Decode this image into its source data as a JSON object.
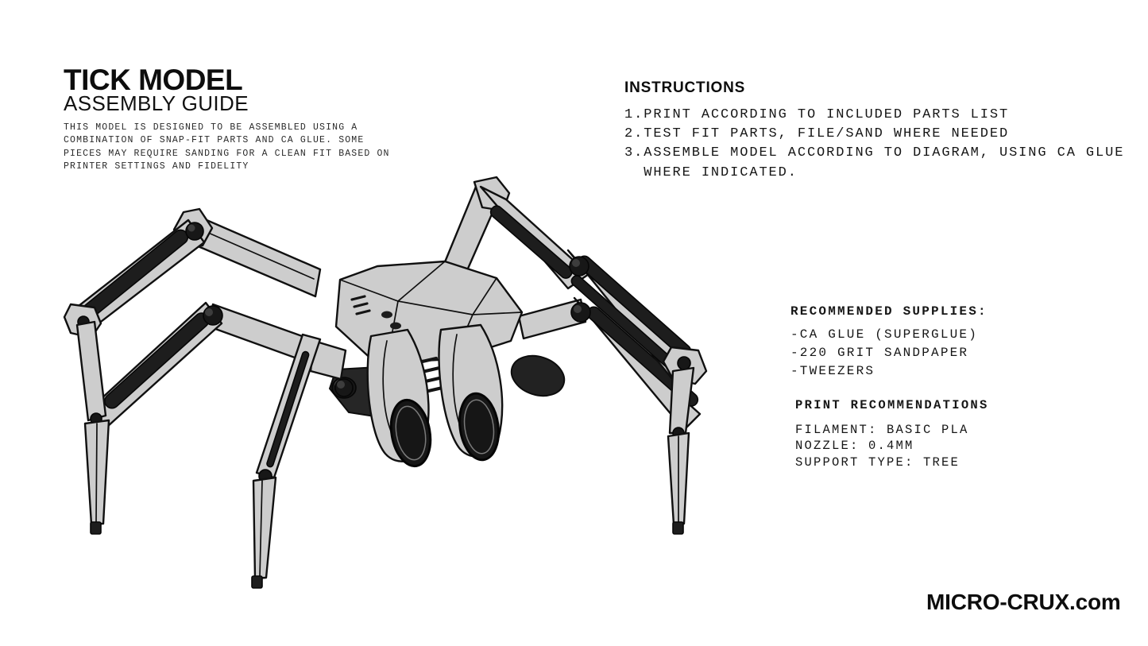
{
  "document": {
    "title": "TICK MODEL",
    "subtitle": "ASSEMBLY GUIDE",
    "description": "THIS MODEL IS DESIGNED TO BE ASSEMBLED USING A COMBINATION OF SNAP-FIT PARTS AND CA GLUE. SOME PIECES MAY REQUIRE SANDING FOR A CLEAN FIT BASED ON PRINTER SETTINGS AND FIDELITY"
  },
  "instructions": {
    "heading": "INSTRUCTIONS",
    "items": [
      {
        "num": "1.",
        "text": "PRINT ACCORDING TO INCLUDED PARTS LIST"
      },
      {
        "num": "2.",
        "text": "TEST FIT PARTS, FILE/SAND WHERE NEEDED"
      },
      {
        "num": "3.",
        "text": "ASSEMBLE MODEL ACCORDING TO DIAGRAM, USING CA GLUE WHERE INDICATED."
      }
    ]
  },
  "supplies": {
    "heading": "RECOMMENDED SUPPLIES:",
    "items": [
      "-CA GLUE (SUPERGLUE)",
      "-220 GRIT SANDPAPER",
      "-TWEEZERS"
    ]
  },
  "print_recommendations": {
    "heading": "PRINT RECOMMENDATIONS",
    "items": [
      "FILAMENT: BASIC PLA",
      "NOZZLE: 0.4MM",
      "SUPPORT TYPE: TREE"
    ]
  },
  "footer": {
    "brand": "MICRO-CRUX.com"
  },
  "illustration": {
    "name": "tick-model-isometric-line-art",
    "colors": {
      "body": "#cdcdcd",
      "outline": "#101010",
      "accent_panels": "#1d1d1d",
      "background": "#ffffff"
    }
  }
}
